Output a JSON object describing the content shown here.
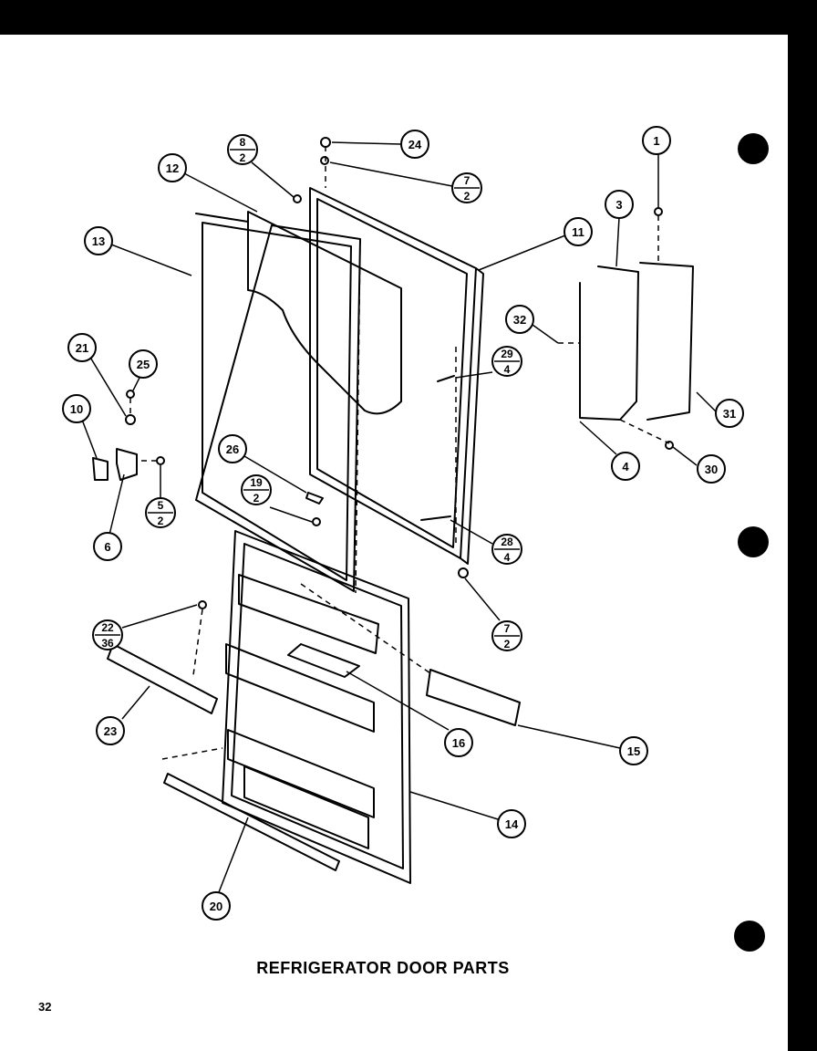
{
  "diagram": {
    "title": "REFRIGERATOR DOOR PARTS",
    "page_number": "32",
    "callouts": [
      {
        "id": "c1",
        "label": "1"
      },
      {
        "id": "c3",
        "label": "3"
      },
      {
        "id": "c4",
        "label": "4"
      },
      {
        "id": "c6",
        "label": "6"
      },
      {
        "id": "c10",
        "label": "10"
      },
      {
        "id": "c11",
        "label": "11"
      },
      {
        "id": "c12",
        "label": "12"
      },
      {
        "id": "c13",
        "label": "13"
      },
      {
        "id": "c14",
        "label": "14"
      },
      {
        "id": "c15",
        "label": "15"
      },
      {
        "id": "c16",
        "label": "16"
      },
      {
        "id": "c20",
        "label": "20"
      },
      {
        "id": "c21",
        "label": "21"
      },
      {
        "id": "c23",
        "label": "23"
      },
      {
        "id": "c24",
        "label": "24"
      },
      {
        "id": "c25",
        "label": "25"
      },
      {
        "id": "c26",
        "label": "26"
      },
      {
        "id": "c30",
        "label": "30"
      },
      {
        "id": "c31",
        "label": "31"
      },
      {
        "id": "c32",
        "label": "32"
      }
    ],
    "fraction_callouts": [
      {
        "id": "f8_2",
        "top": "8",
        "bottom": "2"
      },
      {
        "id": "f7_2a",
        "top": "7",
        "bottom": "2"
      },
      {
        "id": "f29_4",
        "top": "29",
        "bottom": "4"
      },
      {
        "id": "f5_2",
        "top": "5",
        "bottom": "2"
      },
      {
        "id": "f19_2",
        "top": "19",
        "bottom": "2"
      },
      {
        "id": "f28_4",
        "top": "28",
        "bottom": "4"
      },
      {
        "id": "f7_2b",
        "top": "7",
        "bottom": "2"
      },
      {
        "id": "f22_36",
        "top": "22",
        "bottom": "36"
      }
    ]
  }
}
